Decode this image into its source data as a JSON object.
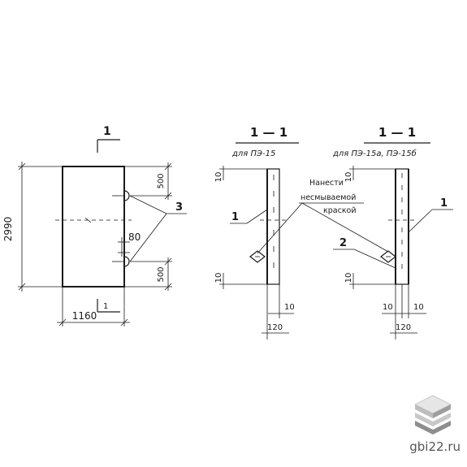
{
  "plan": {
    "section_mark": "1",
    "section_mark_bottom": "1",
    "height": "2990",
    "width": "1160",
    "offset_top": "500",
    "offset_bottom": "500",
    "hole_spacing": "80",
    "callout": "3"
  },
  "section_a": {
    "title": "1 — 1",
    "subtitle": "для  ПЭ-15",
    "top_dim": "10",
    "bottom_dim": "10",
    "thick_dim": "10",
    "width_dim": "120",
    "callout": "1"
  },
  "section_b": {
    "title": "1 — 1",
    "subtitle": "для  ПЭ-15а, ПЭ-15б",
    "top_dim": "10",
    "bottom_dim": "10",
    "thick_left": "10",
    "thick_right": "10",
    "width_dim": "120",
    "callout_1": "1",
    "callout_2": "2"
  },
  "note": {
    "line1": "Нанести",
    "line2": "несмываемой",
    "line3": "краской"
  },
  "watermark": {
    "site": "gbi22.ru",
    "logo": "stacked-slabs-logo",
    "colors": [
      "#e0e0e0",
      "#bdbdbd",
      "#8e8e8e"
    ]
  }
}
